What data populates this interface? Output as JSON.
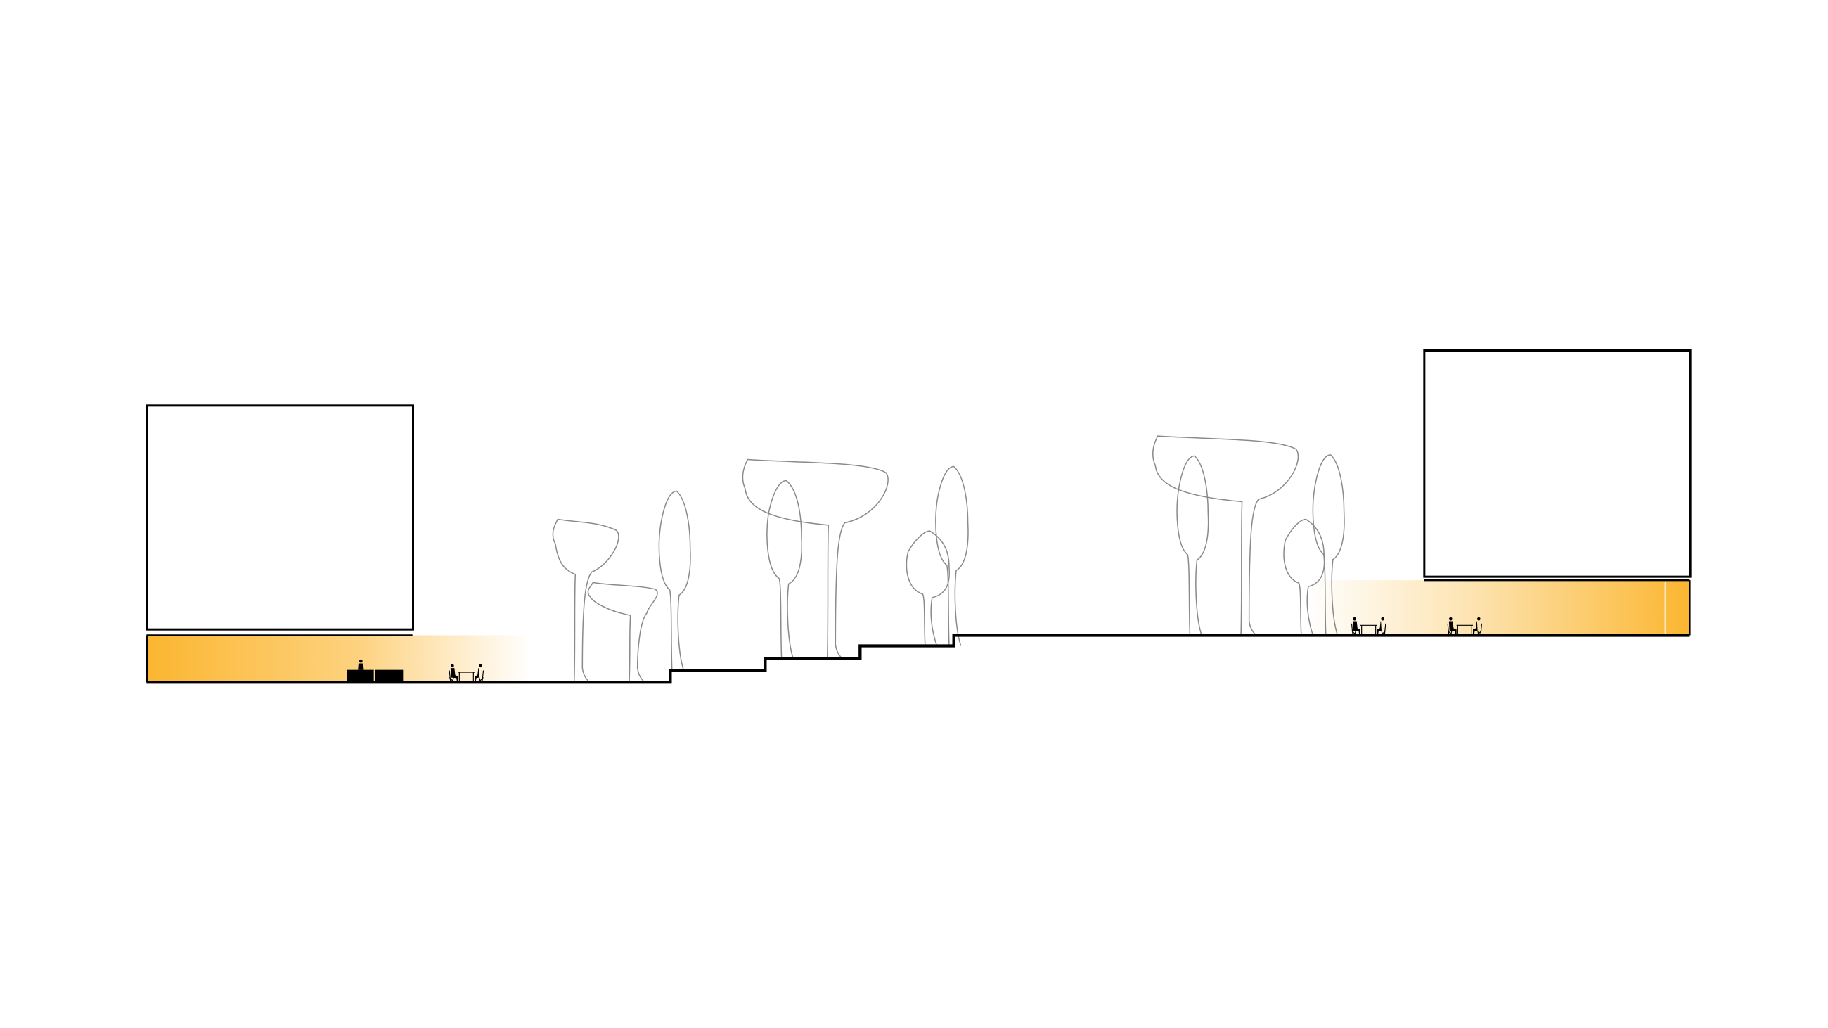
{
  "diagram": {
    "type": "site-section",
    "colors": {
      "activity_band": "#fbb630",
      "activity_band_fade": "#ffffff",
      "ground_line": "#000000",
      "building_outline": "#000000",
      "tree_outline": "#8a8a8a",
      "figures": "#000000"
    },
    "elements": {
      "left_building": "building-outline",
      "right_building": "building-outline",
      "terraces": 4,
      "trees": 11,
      "seating_groups_left": 1,
      "counter_left": 1,
      "seating_groups_right": 2
    }
  }
}
